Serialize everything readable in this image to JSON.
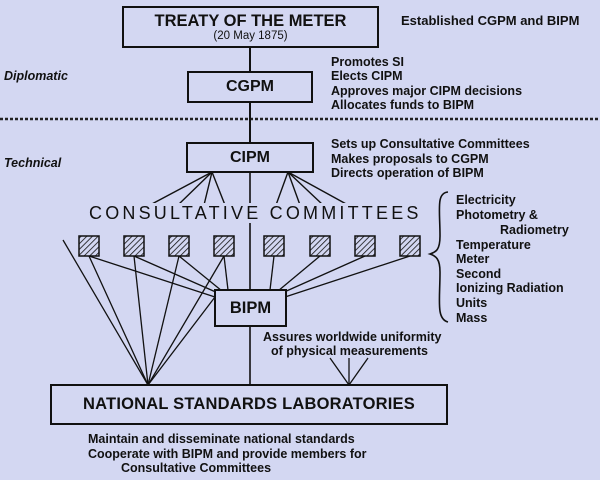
{
  "treaty": {
    "title": "TREATY OF THE METER",
    "date": "(20 May 1875)",
    "note": "Established CGPM and BIPM"
  },
  "zones": {
    "diplomatic": "Diplomatic",
    "technical": "Technical"
  },
  "cgpm": {
    "label": "CGPM",
    "notes": [
      "Promotes SI",
      "Elects CIPM",
      "Approves major CIPM decisions",
      "Allocates funds to BIPM"
    ]
  },
  "cipm": {
    "label": "CIPM",
    "notes": [
      "Sets up Consultative Committees",
      "Makes proposals to CGPM",
      "Directs operation of BIPM"
    ]
  },
  "committees": {
    "heading": "CONSULTATIVE COMMITTEES",
    "list": [
      "Electricity",
      "Photometry &",
      "Radiometry",
      "Temperature",
      "Meter",
      "Second",
      "Ionizing Radiation",
      "Units",
      "Mass"
    ]
  },
  "bipm": {
    "label": "BIPM",
    "notes": [
      "Assures worldwide uniformity",
      "of physical measurements"
    ]
  },
  "nsl": {
    "label": "NATIONAL STANDARDS LABORATORIES",
    "notes": [
      "Maintain and disseminate national standards",
      "Cooperate with BIPM and provide members for",
      "Consultative  Committees"
    ]
  }
}
